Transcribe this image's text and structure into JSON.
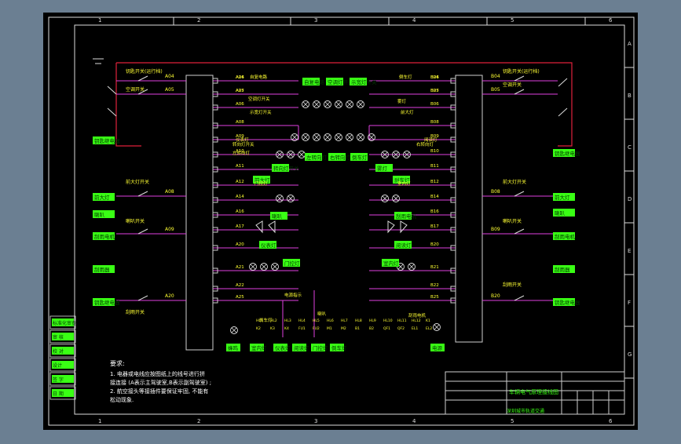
{
  "colors": {
    "bg_window": "#6b7f92",
    "sheet": "#000000",
    "border": "#e8e8e8",
    "wire_red": "#e0213b",
    "wire_magenta": "#e040e0",
    "label_green": "#39ff14",
    "label_yellow": "#ffff33",
    "frame_white": "#dcdcdc"
  },
  "frame": {
    "col_numbers": [
      "1",
      "2",
      "3",
      "4",
      "5",
      "6"
    ],
    "row_letters": [
      "A",
      "B",
      "C",
      "D",
      "E",
      "F",
      "G"
    ]
  },
  "notes": {
    "title": "要求:",
    "line1": "1. 电器或电线应按图纸上的线号进行拼",
    "line2": "接连接 (A表示主驾驶室,B表示副驾驶室) ;",
    "line3": "2. 航空接头等接插件要保证牢固, 不能有",
    "line4": "松动现象."
  },
  "title_block": {
    "drawing_title": "车辆电气原理接线图",
    "unit_label": "深圳城市轨道交通",
    "left_stack": [
      "标准化审查",
      "审  核",
      "校  对",
      "设计",
      "签  字",
      "日  期"
    ]
  },
  "terminals_left": [
    "A04",
    "A05",
    "A06",
    "A08",
    "A09",
    "A10",
    "A11",
    "A12",
    "A14",
    "A16",
    "A17",
    "A20",
    "A21",
    "A22",
    "A25",
    "A26",
    "A27"
  ],
  "terminals_right": [
    "B04",
    "B05",
    "B06",
    "B08",
    "B09",
    "B10",
    "B11",
    "B12",
    "B14",
    "B16",
    "B17",
    "B20",
    "B21",
    "B22",
    "B25",
    "B26",
    "B27"
  ],
  "switches_left": [
    "钥匙开关(运行档)",
    "空调开关",
    "前大灯开关",
    "喇叭开关",
    "刮雨开关"
  ],
  "switches_right": [
    "钥匙开关(运行档)",
    "空调开关",
    "前大灯开关",
    "喇叭开关",
    "刮雨开关"
  ],
  "center_labels": [
    "自复电路",
    "空调灯开关",
    "示宽灯开关",
    "转向灯开关",
    "左转向灯",
    "右转向灯",
    "倒车灯",
    "雾灯",
    "前大灯",
    "刹车灯",
    "喇叭",
    "刮雨电机",
    "仪表灯",
    "阅读灯",
    "门控灯",
    "室内灯",
    "电源指示"
  ],
  "green_boxes_left": [
    "钥匙继电器",
    "前大灯",
    "喇叭",
    "刮雨电机",
    "刮雨器"
  ],
  "green_boxes_right": [
    "钥匙继电器",
    "前大灯",
    "喇叭",
    "刮雨电机",
    "刮雨器"
  ],
  "bottom_boxes": [
    "蜂鸣",
    "室内灯",
    "仪表灯",
    "阅读灯",
    "门控灯",
    "倒车灯",
    "电源"
  ],
  "component_tags": [
    "HL1",
    "HL2",
    "HL3",
    "HL4",
    "HL5",
    "HL6",
    "HL7",
    "HL8",
    "HL9",
    "HL10",
    "HL11",
    "HL12",
    "K1",
    "K2",
    "K3",
    "K4",
    "FU1",
    "FU2",
    "M1",
    "M2",
    "B1",
    "B2",
    "QF1",
    "QF2",
    "EL1",
    "EL2"
  ]
}
